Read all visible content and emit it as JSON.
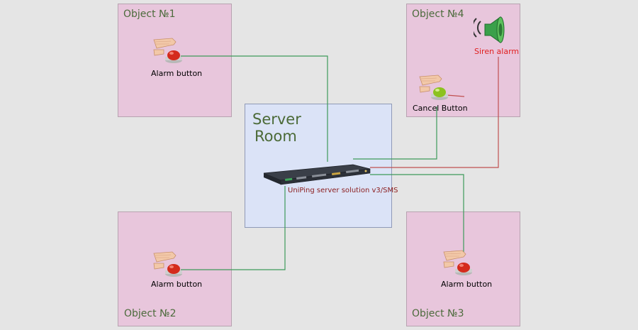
{
  "objects": [
    {
      "title": "Object №1",
      "button_label": "Alarm button"
    },
    {
      "title": "Object №2",
      "button_label": "Alarm button"
    },
    {
      "title": "Object №3",
      "button_label": "Alarm button"
    },
    {
      "title": "Object №4",
      "siren_label": "Siren alarm",
      "cancel_label": "Cancel Button"
    }
  ],
  "server": {
    "title_line1": "Server",
    "title_line2": "Room",
    "device_label": "UniPing server solution v3/SMS"
  },
  "colors": {
    "background": "#e5e5e5",
    "object_box": "#e8c6dc",
    "server_box": "#dbe3f7",
    "alarm_wire": "#3d9a5a",
    "siren_wire": "#c05050",
    "title_green": "#4c6b3c",
    "alarm_button_red": "#d42a1c",
    "cancel_button_green": "#8cc21f",
    "device_label": "#8b1c1c",
    "siren_label": "#e02020"
  },
  "icons": {
    "alarm_button": "hand-press-red-button-icon",
    "cancel_button": "hand-press-green-button-icon",
    "siren": "siren-speaker-icon",
    "device": "rack-server-device-icon"
  }
}
